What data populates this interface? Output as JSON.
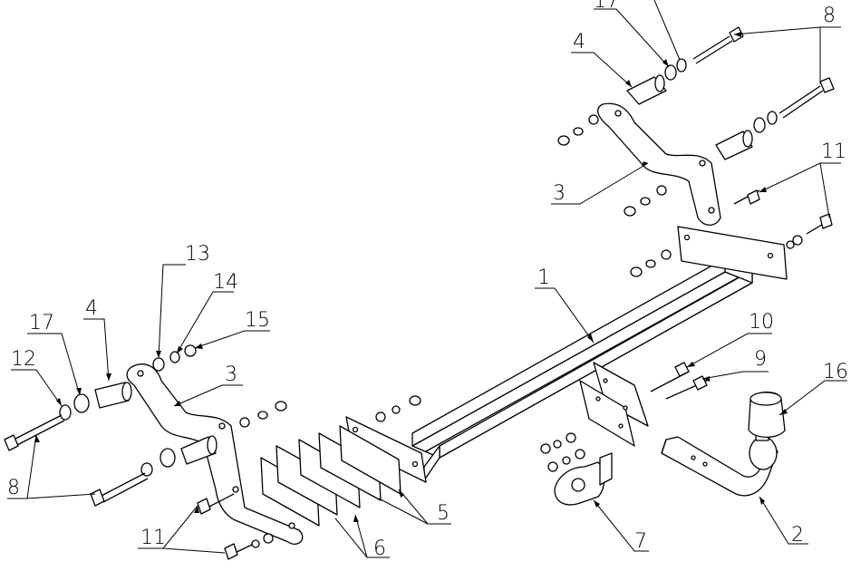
{
  "callouts": {
    "c1": "1",
    "c2": "2",
    "c3_top": "3",
    "c3_left": "3",
    "c4_top": "4",
    "c4_left": "4",
    "c5": "5",
    "c6": "6",
    "c7": "7",
    "c8_top": "8",
    "c8_left": "8",
    "c9": "9",
    "c10": "10",
    "c11_top": "11",
    "c11_bottom": "11",
    "c12": "12",
    "c13": "13",
    "c14": "14",
    "c15": "15",
    "c16": "16",
    "c17_top": "17",
    "c17_left": "17"
  }
}
